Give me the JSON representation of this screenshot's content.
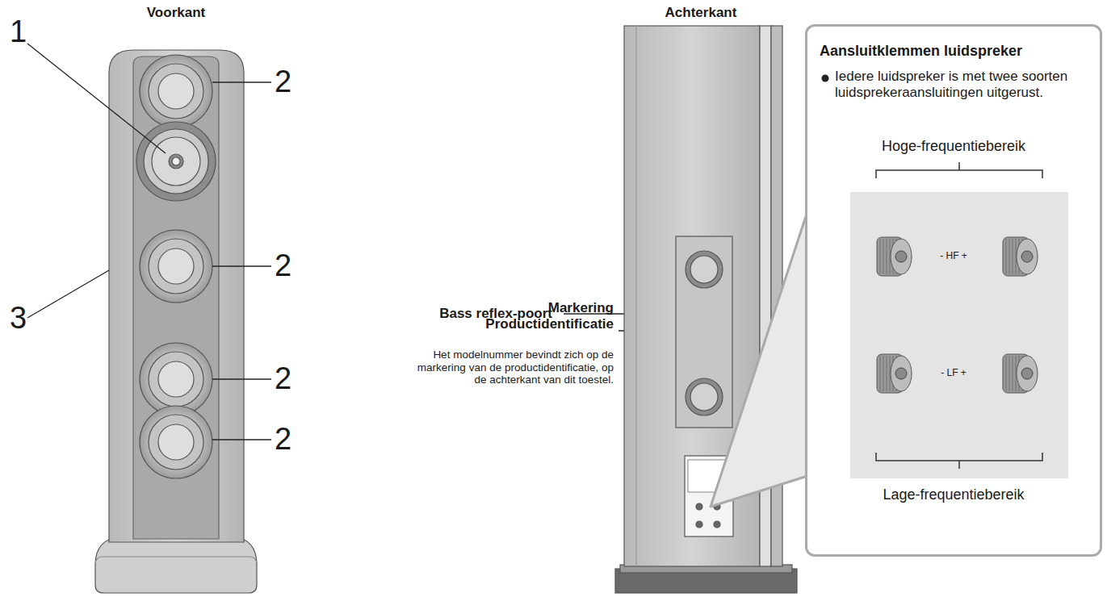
{
  "diagram": {
    "nodes": [
      {
        "text": [
          "Aansluitklemmen luidspreker",
          "Iedere luidspreker is met twee soorten luidsprekeraansluitingen uitgerust.",
          "Hoge-frequentiebereik",
          "- HF +",
          "- LF +",
          "Lage-frequentiebereik"
        ]
      }
    ],
    "labels": [
      "Voorkant",
      "Achterkant",
      "1",
      "2",
      "2",
      "3",
      "2",
      "2",
      "Bass reflex-poort",
      "Markering Productidentificatie",
      "Het modelnummer bevindt zich op de markering van de productidentificatie, op de achterkant van dit toestel."
    ]
  }
}
